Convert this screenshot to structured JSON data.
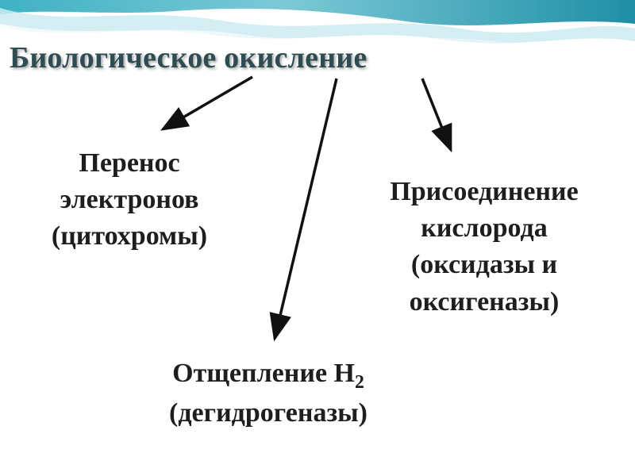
{
  "title": "Биологическое окисление",
  "nodes": {
    "electron_transfer": {
      "line1": "Перенос",
      "line2": "электронов",
      "line3": "(цитохромы)"
    },
    "oxygen_addition": {
      "line1": "Присоединение",
      "line2": "кислорода",
      "line3": "(оксидазы и",
      "line4": "оксигеназы)"
    },
    "h2_removal": {
      "line1_text": "Отщепление Н",
      "line1_subscript": "2",
      "line2": "(дегидрогеназы)"
    }
  },
  "colors": {
    "title": "#2e4d52",
    "text": "#1e1e1e",
    "arrow": "#111111",
    "wave_dark": "#2aa3b8",
    "wave_light": "#bfe6ee"
  }
}
